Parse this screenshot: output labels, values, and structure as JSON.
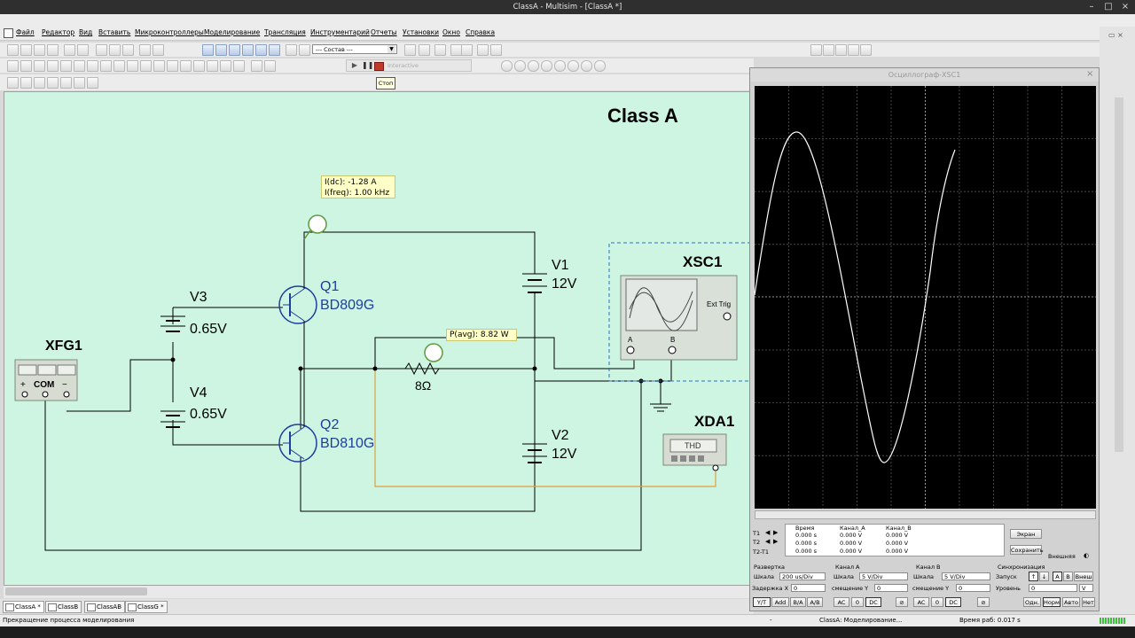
{
  "window": {
    "title": "ClassA - Multisim - [ClassA *]"
  },
  "menu": [
    "Файл",
    "Редактор",
    "Вид",
    "Вставить",
    "Микроконтроллеры",
    "Моделирование",
    "Трансляция",
    "Инструментарий",
    "Отчеты",
    "Установки",
    "Окно",
    "Справка"
  ],
  "toolbar": {
    "component_combo": "--- Состав ---",
    "interactive_label": "Interactive",
    "stop_tooltip": "Стоп"
  },
  "circuit": {
    "title": "Class A",
    "probe1": {
      "line1": "I(dc): -1.28 A",
      "line2": "I(freq): 1.00 kHz"
    },
    "probe2": {
      "line1": "P(avg): 8.82 W"
    },
    "xfg": {
      "name": "XFG1",
      "com": "COM",
      "plus": "+",
      "minus": "−"
    },
    "v3": {
      "name": "V3",
      "value": "0.65V"
    },
    "v4": {
      "name": "V4",
      "value": "0.65V"
    },
    "v1": {
      "name": "V1",
      "value": "12V"
    },
    "v2": {
      "name": "V2",
      "value": "12V"
    },
    "q1": {
      "name": "Q1",
      "model": "BD809G"
    },
    "q2": {
      "name": "Q2",
      "model": "BD810G"
    },
    "r1": {
      "value": "8Ω"
    },
    "xsc": {
      "name": "XSC1",
      "ext_trig": "Ext Trig",
      "a": "A",
      "b": "B"
    },
    "xda": {
      "name": "XDA1",
      "label": "THD"
    }
  },
  "tabs": [
    "ClassA *",
    "ClassB",
    "ClassAB",
    "ClassG *"
  ],
  "status": {
    "message": "Прекращение процесса моделирования",
    "dash": "-",
    "sim_status": "ClassA: Моделирование...",
    "sim_time": "Время раб: 0.017 s"
  },
  "oscilloscope": {
    "title": "Осциллограф-XSC1",
    "readout": {
      "headers": [
        "Время",
        "Канал_A",
        "Канал_B"
      ],
      "rows": [
        {
          "label": "T1",
          "time": "0.000 s",
          "a": "0.000 V",
          "b": "0.000 V"
        },
        {
          "label": "T2",
          "time": "0.000 s",
          "a": "0.000 V",
          "b": "0.000 V"
        },
        {
          "label": "T2-T1",
          "time": "0.000 s",
          "a": "0.000 V",
          "b": "0.000 V"
        }
      ]
    },
    "reverse_button": "Экран",
    "save_button": "Сохранить",
    "external_label": "Внешняя",
    "timebase": {
      "section": "Развертка",
      "scale_label": "Шкала",
      "scale": "200 us/Div",
      "xpos_label": "Задержка X",
      "xpos": "0",
      "modes": [
        "Y/T",
        "Add",
        "B/A",
        "A/B"
      ]
    },
    "channel_a": {
      "section": "Канал A",
      "scale_label": "Шкала",
      "scale": "5  V/Div",
      "ypos_label": "смещение Y",
      "ypos": "0",
      "coupling": [
        "AC",
        "0",
        "DC"
      ]
    },
    "channel_b": {
      "section": "Канал B",
      "scale_label": "Шкала",
      "scale": "5  V/Div",
      "ypos_label": "смещение Y",
      "ypos": "0",
      "coupling": [
        "AC",
        "0",
        "DC"
      ]
    },
    "trigger": {
      "section": "Синхронизация",
      "edge_label": "Запуск",
      "sources": [
        "A",
        "B",
        "Внеш"
      ],
      "level_label": "Уровень",
      "level": "0",
      "unit": "V",
      "modes": [
        "Одн.",
        "Норм",
        "Авто",
        "Нет"
      ]
    }
  }
}
